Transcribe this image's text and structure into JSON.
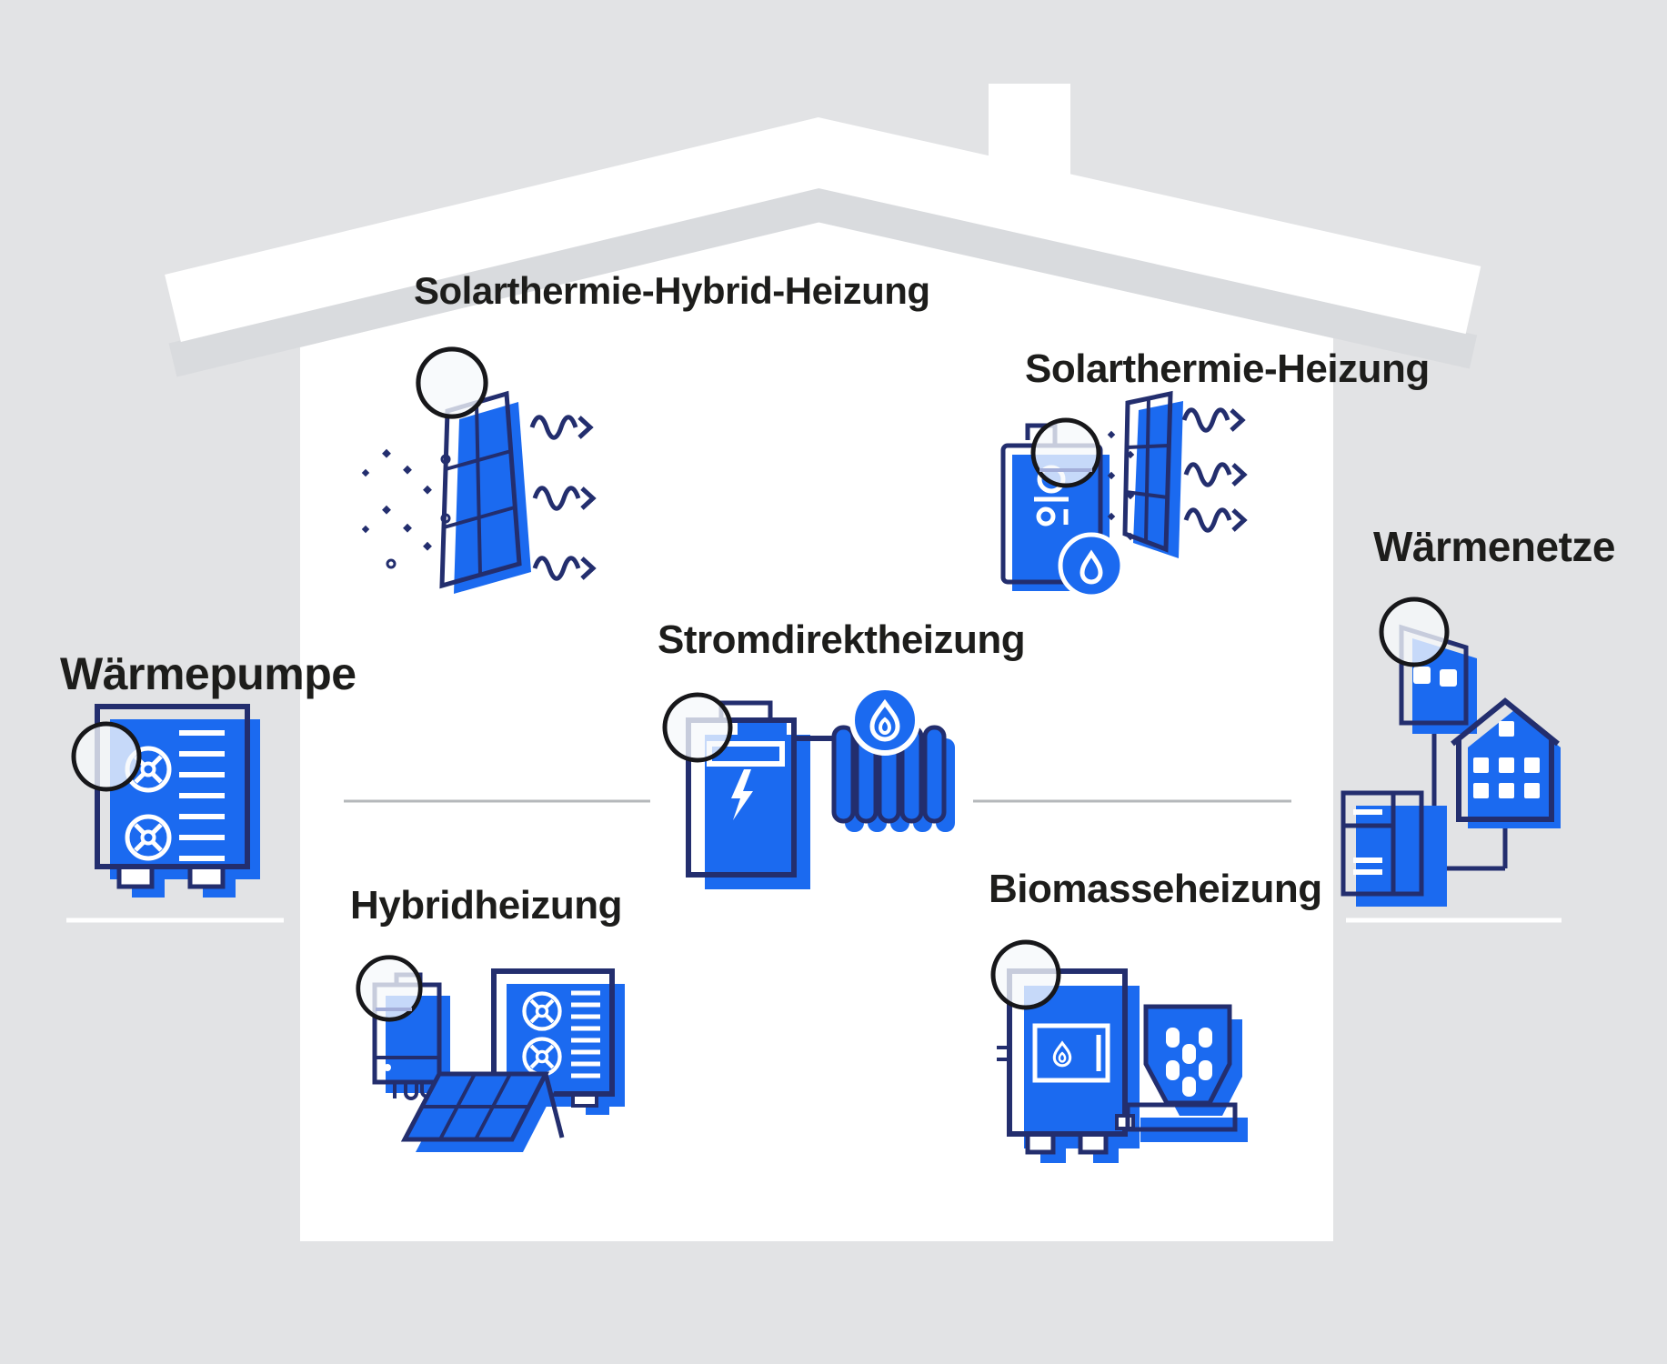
{
  "diagram_title_context": "house heating systems infographic",
  "colors": {
    "background": "#e2e3e5",
    "house": "#ffffff",
    "roof_shadow": "#d9dbde",
    "accent_blue": "#1b6af0",
    "outline_navy": "#232e6e",
    "light_blue_highlight": "#aecdf8",
    "lavender_outline": "#a3aed9",
    "text": "#1d1d1b",
    "divider_gray": "#b5b8bb"
  },
  "systems": [
    {
      "id": "solarthermie-hybrid-heizung",
      "label": "Solarthermie-Hybrid-Heizung"
    },
    {
      "id": "solarthermie-heizung",
      "label": "Solarthermie-Heizung"
    },
    {
      "id": "waermenetze",
      "label": "Wärmenetze"
    },
    {
      "id": "waermepumpe",
      "label": "Wärmepumpe"
    },
    {
      "id": "stromdirektheizung",
      "label": "Stromdirektheizung"
    },
    {
      "id": "hybridheizung",
      "label": "Hybridheizung"
    },
    {
      "id": "biomasseheizung",
      "label": "Biomasseheizung"
    }
  ],
  "icons": {
    "magnifier": "zoom-hotspot-circle",
    "waermepumpe": "heat-pump-box-with-fans",
    "solarthermie_hybrid": "solar-collector-panel-with-heat-waves",
    "solarthermie": "storage-tank-solar-panel-water-drop-badge",
    "stromdirekt": "electric-boiler-lightning-radiator-flame-badge",
    "hybrid": "wall-boiler-heat-pump-solar-panel",
    "biomasse": "biomass-furnace-flame-door-pellet-hopper",
    "waermenetze": "substation-building-house-network-pipes"
  }
}
